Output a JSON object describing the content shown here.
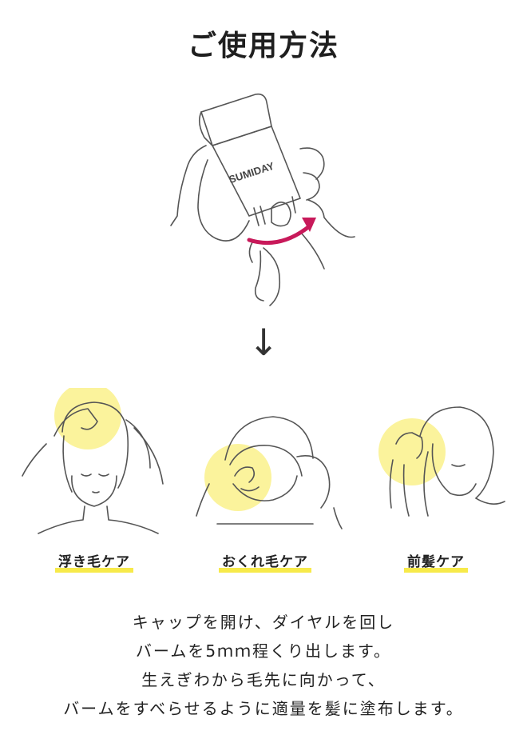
{
  "title": "ご使用方法",
  "product_brand": "SUMIDAY",
  "colors": {
    "highlight": "#f7ea4a",
    "accent_arrow": "#c8195a",
    "line": "#555555"
  },
  "arrow_glyph": "↓",
  "steps": [
    {
      "label": "浮き毛ケア",
      "icon": "head-top-care-illustration"
    },
    {
      "label": "おくれ毛ケア",
      "icon": "nape-care-illustration"
    },
    {
      "label": "前髪ケア",
      "icon": "bangs-care-illustration"
    }
  ],
  "description": [
    "キャップを開け、ダイヤルを回し",
    "バームを5ｍｍ程くり出します。",
    "生えぎわから毛先に向かって、",
    "バームをすべらせるように適量を髪に塗布します。"
  ]
}
